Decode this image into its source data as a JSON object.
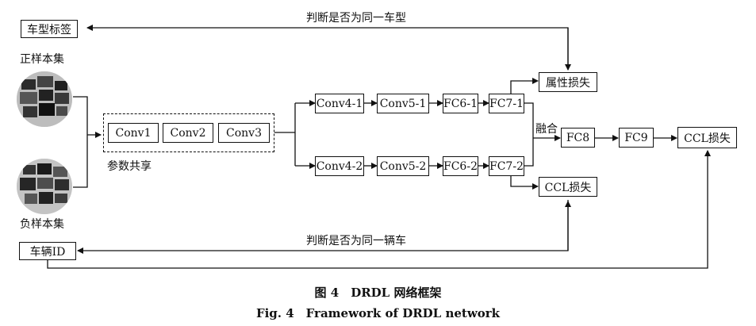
{
  "labels": {
    "vehicle_type_label": "车型标签",
    "positive_set": "正样本集",
    "negative_set": "负样本集",
    "vehicle_id": "车辆ID",
    "param_share": "参数共享",
    "same_type": "判断是否为同一车型",
    "same_vehicle": "判断是否为同一辆车",
    "fusion": "融合"
  },
  "shared_layers": [
    "Conv1",
    "Conv2",
    "Conv3"
  ],
  "branch_top": [
    "Conv4-1",
    "Conv5-1",
    "FC6-1",
    "FC7-1"
  ],
  "branch_bottom": [
    "Conv4-2",
    "Conv5-2",
    "FC6-2",
    "FC7-2"
  ],
  "losses": {
    "attribute": "属性损失",
    "ccl_branch": "CCL损失",
    "ccl_final": "CCL损失"
  },
  "fused": [
    "FC8",
    "FC9"
  ],
  "caption": {
    "cn": "图 4　DRDL 网络框架",
    "en": "Fig. 4　Framework of DRDL network"
  }
}
